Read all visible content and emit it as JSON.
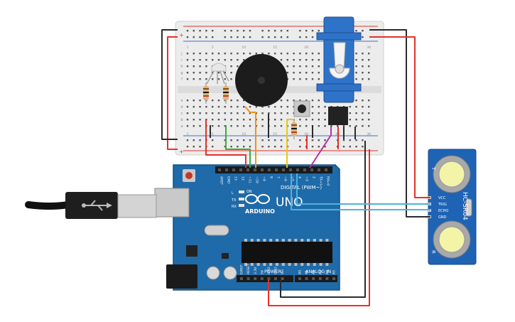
{
  "board": {
    "brand": "ARDUINO",
    "model": "UNO",
    "header_digital": "DIGITAL (PWM~)",
    "header_power": "POWER",
    "header_analog": "ANALOG IN",
    "label_l": "L",
    "label_tx": "TX",
    "label_rx": "RX",
    "label_on": "ON",
    "digital_pins": [
      "AREF",
      "GND",
      "13",
      "12",
      "~11",
      "~10",
      "~9",
      "8",
      "7",
      "~6",
      "~5",
      "4",
      "~3",
      "2",
      "TX→1",
      "RX←0"
    ],
    "power_pins": [
      "IOREF",
      "RESET",
      "3.3V",
      "5V",
      "GND",
      "GND",
      "Vin"
    ],
    "analog_pins": [
      "A0",
      "A1",
      "A2",
      "A3",
      "A4",
      "A5"
    ]
  },
  "sensor": {
    "model": "HC-SR04",
    "pins": [
      "VCC",
      "TRIG",
      "ECHO",
      "GND"
    ],
    "left_label": "T",
    "right_label": "R"
  },
  "breadboard": {
    "col_numbers": [
      "1",
      "",
      "",
      "",
      "5",
      "",
      "",
      "",
      "",
      "10",
      "",
      "",
      "",
      "",
      "15",
      "",
      "",
      "",
      "",
      "20",
      "",
      "",
      "",
      "",
      "25",
      "",
      "",
      "",
      "",
      "30"
    ],
    "row_letters_top": [
      "j",
      "i",
      "h",
      "g",
      "f"
    ],
    "row_letters_bottom": [
      "e",
      "d",
      "c",
      "b",
      "a"
    ],
    "plus": "+",
    "minus": "−"
  },
  "colors": {
    "board": "#1f6aa8",
    "board_dark": "#155085",
    "breadboard": "#e9e9e9",
    "wire_red": "#e2322b",
    "wire_black": "#2b2b2b",
    "wire_orange": "#f29216",
    "wire_green": "#3aaa3a",
    "wire_yellow": "#e8c81a",
    "wire_magenta": "#b42fa8",
    "wire_blue": "#4db3e0",
    "servo_blue": "#2f73c8",
    "sensor_blue": "#1f63b5"
  }
}
